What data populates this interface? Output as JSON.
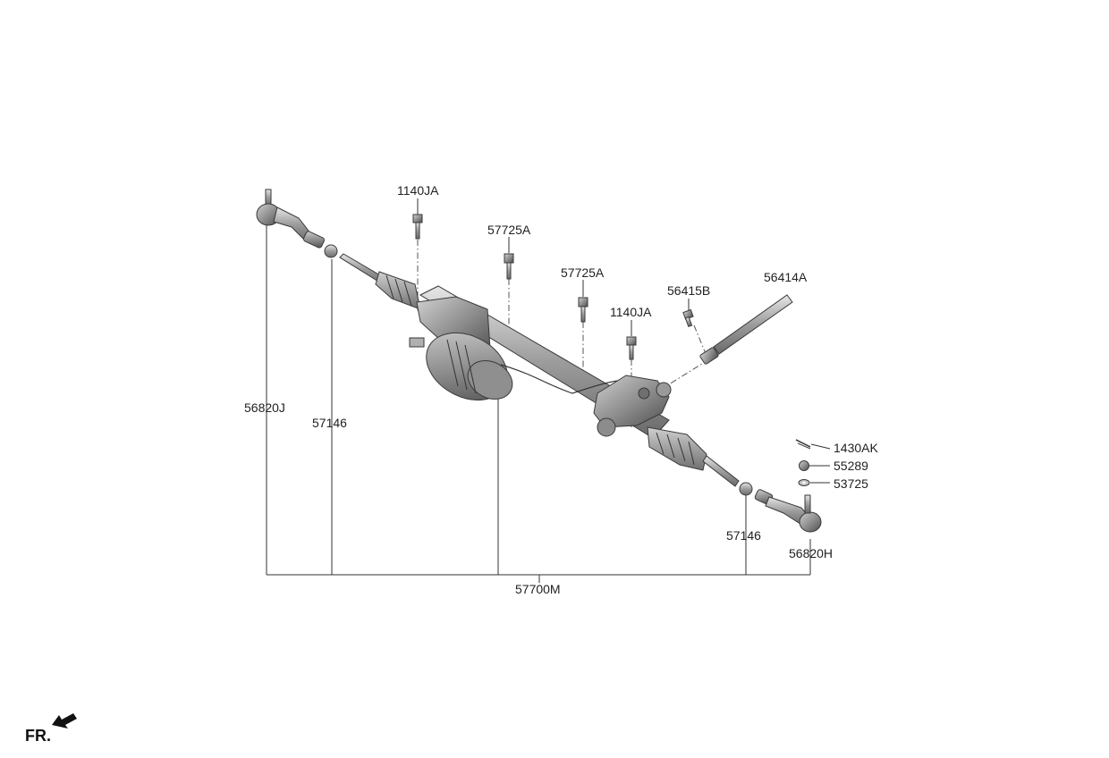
{
  "diagram": {
    "labels": {
      "tie_rod_end_left": "56820J",
      "boot_clip_left": "57146",
      "bolt_1140ja_left": "1140JA",
      "bolt_57725a_left": "57725A",
      "bolt_57725a_right": "57725A",
      "bolt_1140ja_right": "1140JA",
      "bolt_56415b": "56415B",
      "shaft_56414a": "56414A",
      "cotter_pin": "1430AK",
      "castle_nut": "55289",
      "washer": "53725",
      "boot_clip_right": "57146",
      "tie_rod_end_right": "56820H",
      "gear_assembly": "57700M"
    },
    "direction_marker": "FR."
  }
}
